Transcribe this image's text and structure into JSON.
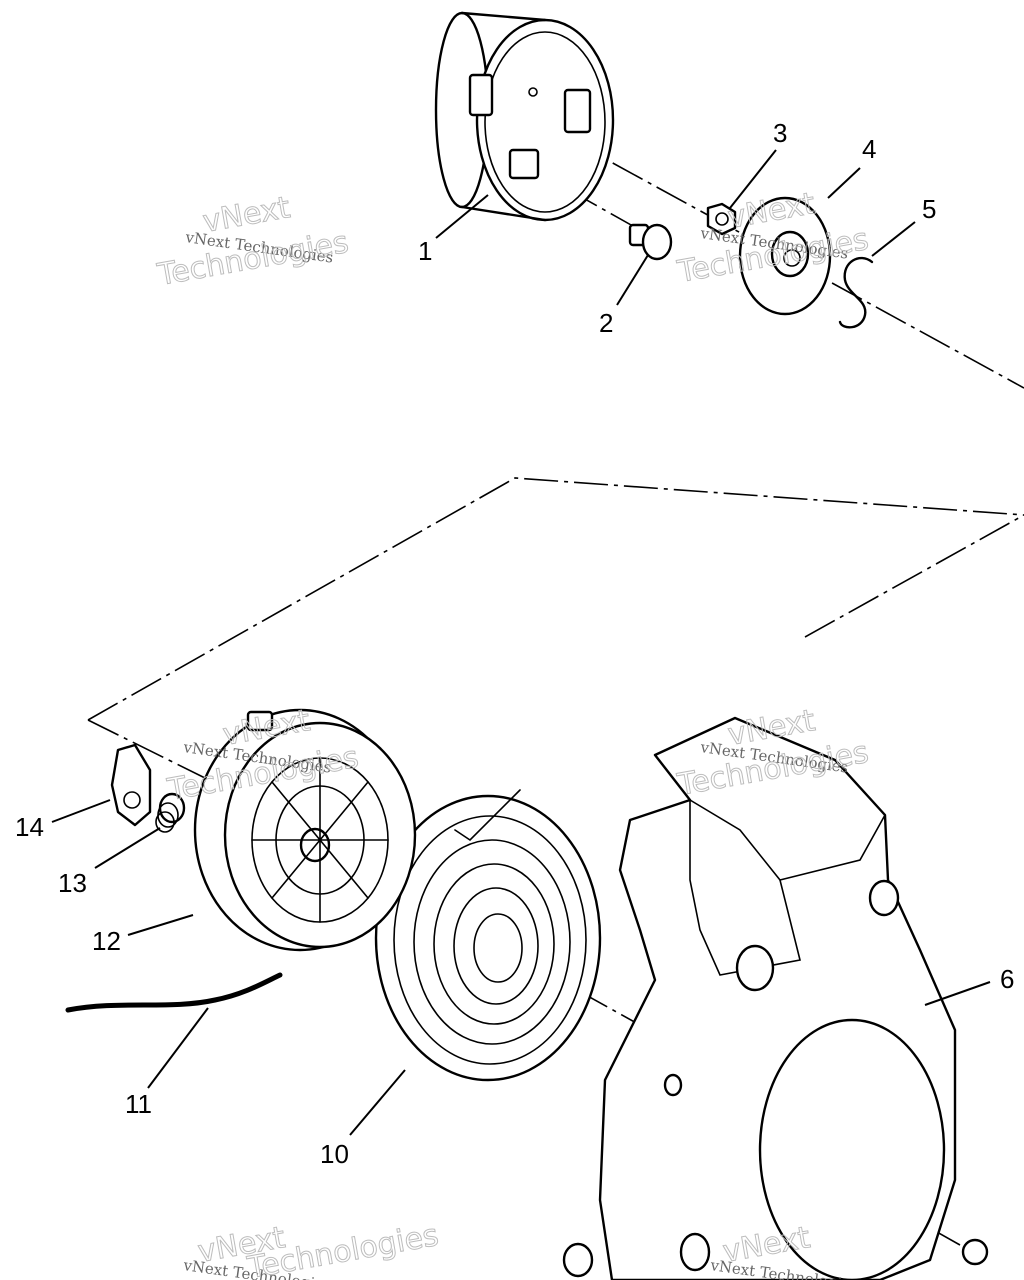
{
  "callouts": [
    {
      "id": "1",
      "text": "1"
    },
    {
      "id": "2",
      "text": "2"
    },
    {
      "id": "3",
      "text": "3"
    },
    {
      "id": "4",
      "text": "4"
    },
    {
      "id": "5",
      "text": "5"
    },
    {
      "id": "6",
      "text": "6"
    },
    {
      "id": "10",
      "text": "10"
    },
    {
      "id": "11",
      "text": "11"
    },
    {
      "id": "12",
      "text": "12"
    },
    {
      "id": "13",
      "text": "13"
    },
    {
      "id": "14",
      "text": "14"
    }
  ],
  "watermark": {
    "line_small": "vNext Technologies",
    "line_top": "vNext",
    "line_bottom": "Technologies"
  }
}
